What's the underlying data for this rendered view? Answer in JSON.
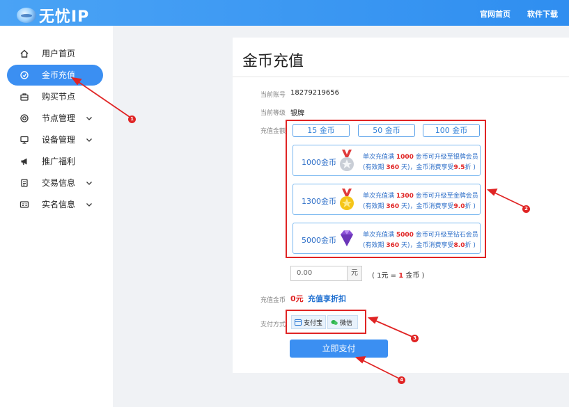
{
  "header": {
    "app_name": "无忧IP",
    "links": [
      "官网首页",
      "软件下载"
    ]
  },
  "sidebar": {
    "items": [
      {
        "label": "用户首页",
        "icon": "home-icon",
        "active": false,
        "expandable": false
      },
      {
        "label": "金币充值",
        "icon": "coin-icon",
        "active": true,
        "expandable": false
      },
      {
        "label": "购买节点",
        "icon": "bag-icon",
        "active": false,
        "expandable": false
      },
      {
        "label": "节点管理",
        "icon": "node-icon",
        "active": false,
        "expandable": true
      },
      {
        "label": "设备管理",
        "icon": "device-icon",
        "active": false,
        "expandable": true
      },
      {
        "label": "推广福利",
        "icon": "megaphone-icon",
        "active": false,
        "expandable": false
      },
      {
        "label": "交易信息",
        "icon": "document-icon",
        "active": false,
        "expandable": true
      },
      {
        "label": "实名信息",
        "icon": "id-card-icon",
        "active": false,
        "expandable": true
      }
    ]
  },
  "main": {
    "title": "金币充值",
    "account_label": "当前账号",
    "account_value": "18279219656",
    "level_label": "当前等级",
    "level_value": "银牌",
    "amount_label": "充值金额",
    "quick_amounts": [
      "15 金币",
      "50 金币",
      "100 金币"
    ],
    "packages": [
      {
        "amount": "1000金币",
        "medal": "silver-medal-icon",
        "line1_a": "单次充值满 ",
        "line1_num": "1000",
        "line1_b": " 金币可升级至银牌会员",
        "line2_a": "(有效期 ",
        "line2_days": "360",
        "line2_b": " 天)，金币消费享受",
        "line2_disc": "9.5",
        "line2_c": "折 )"
      },
      {
        "amount": "1300金币",
        "medal": "gold-medal-icon",
        "line1_a": "单次充值满 ",
        "line1_num": "1300",
        "line1_b": " 金币可升级至金牌会员",
        "line2_a": "(有效期 ",
        "line2_days": "360",
        "line2_b": " 天)，金币消费享受",
        "line2_disc": "9.0",
        "line2_c": "折 )"
      },
      {
        "amount": "5000金币",
        "medal": "diamond-icon",
        "line1_a": "单次充值满 ",
        "line1_num": "5000",
        "line1_b": " 金币可升级至钻石会员",
        "line2_a": "(有效期 ",
        "line2_days": "360",
        "line2_b": " 天)，金币消费享受",
        "line2_disc": "8.0",
        "line2_c": "折 )"
      }
    ],
    "amount_input": {
      "value": "0.00",
      "unit": "元"
    },
    "rate": {
      "prefix": "( 1元 = ",
      "num": "1",
      "suffix": " 金币 )"
    },
    "coins_label": "充值金币",
    "coins_value": "0元",
    "coins_promo": "充值享折扣",
    "pay_label": "支付方式",
    "pay_methods": [
      "支付宝",
      "微信"
    ],
    "submit_label": "立即支付"
  },
  "markers": [
    "1",
    "2",
    "3",
    "4"
  ],
  "colors": {
    "accent": "#3b8ff2",
    "annotation": "#e02424"
  }
}
